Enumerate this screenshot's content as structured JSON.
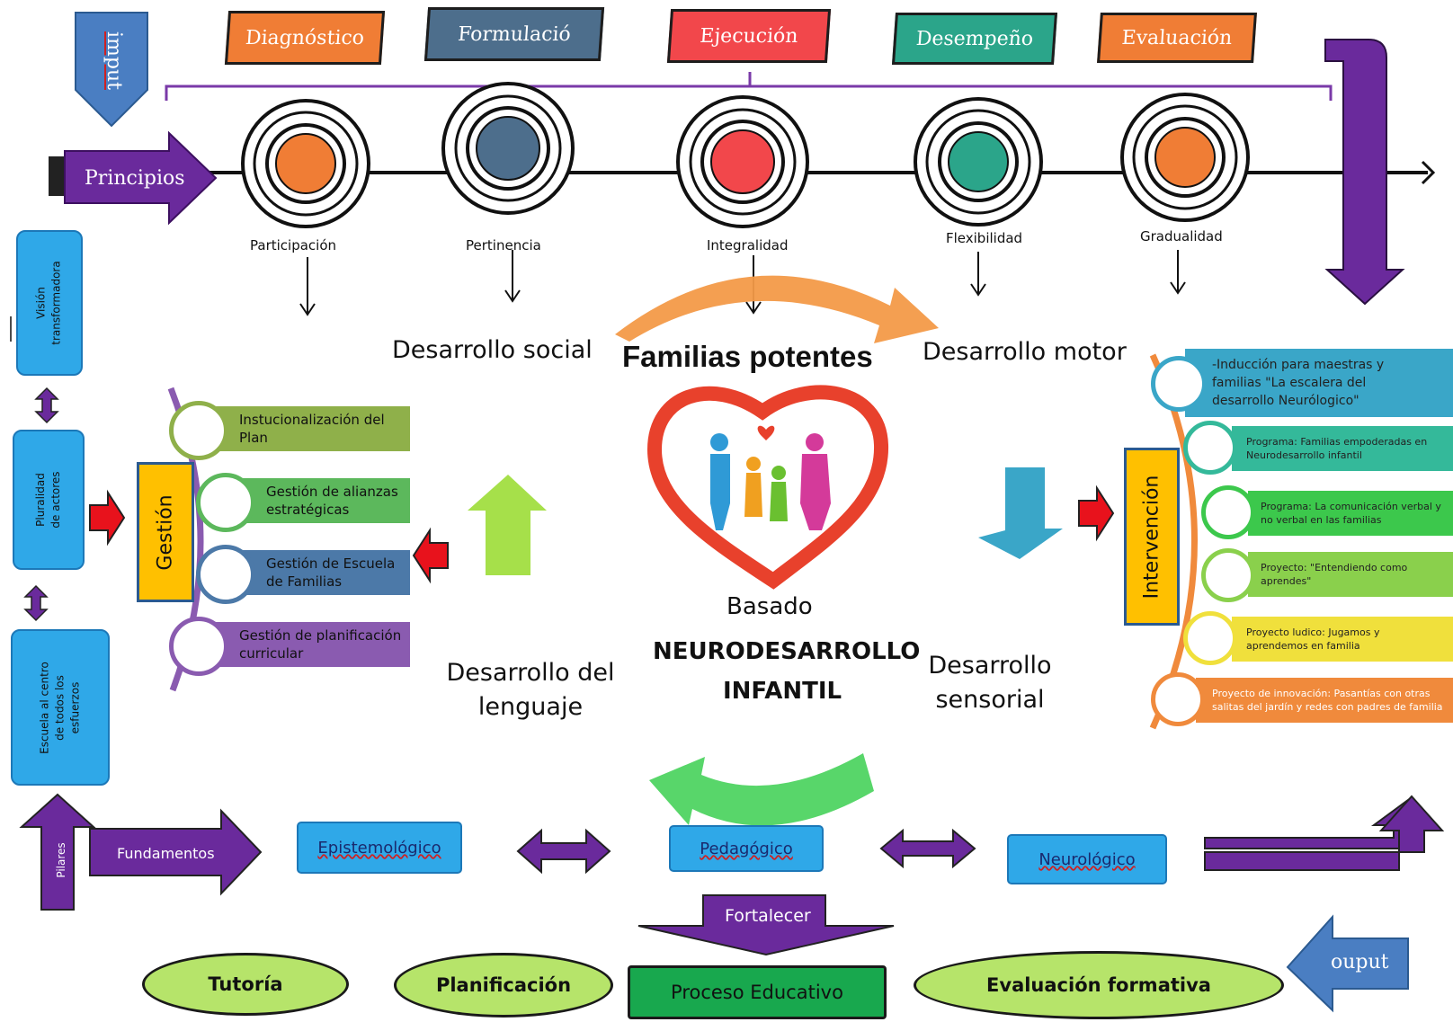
{
  "input_label": "imput",
  "output_label": "ouput",
  "principios_label": "Principios",
  "phases": [
    {
      "label": "Diagnóstico",
      "color": "#f07d35"
    },
    {
      "label": "Formulació",
      "color": "#4d6e8c"
    },
    {
      "label": "Ejecución",
      "color": "#f2474b"
    },
    {
      "label": "Desempeño",
      "color": "#2ba58a"
    },
    {
      "label": "Evaluación",
      "color": "#f07d35"
    }
  ],
  "principles": [
    "Participación",
    "Pertinencia",
    "Integralidad",
    "Flexibilidad",
    "Gradualidad"
  ],
  "left_boxes": [
    "Visión transformadora",
    "Pluralidad de actores",
    "Escuela al centro de todos los esfuerzos"
  ],
  "gestion": {
    "title": "Gestión",
    "items": [
      {
        "label": "Instucionalización del Plan",
        "color": "#8fb04a"
      },
      {
        "label": "Gestión de alianzas estratégicas",
        "color": "#5cb85c"
      },
      {
        "label": "Gestión de Escuela de Familias",
        "color": "#4c79a8"
      },
      {
        "label": "Gestión de planificación curricular",
        "color": "#8a5bb0"
      }
    ]
  },
  "center": {
    "title": "Familias potentes",
    "desarrollo_social": "Desarrollo social",
    "desarrollo_motor": "Desarrollo motor",
    "desarrollo_lenguaje": "Desarrollo del lenguaje",
    "desarrollo_sensorial": "Desarrollo sensorial",
    "basado": "Basado",
    "neuro_line1": "NEURODESARROLLO",
    "neuro_line2": "INFANTIL"
  },
  "intervencion": {
    "title": "Intervención",
    "items": [
      {
        "label": "-Inducción  para maestras y familias  \"La escalera del desarrollo Neurólogico\"",
        "color": "#3aa6c8"
      },
      {
        "label": "Programa: Familias  empoderadas en Neurodesarrollo infantil",
        "color": "#34b99a"
      },
      {
        "label": "Programa: La comunicación verbal  y no verbal en las  familias",
        "color": "#3cc84c"
      },
      {
        "label": "Proyecto: \"Entendiendo como aprendes\"",
        "color": "#8ad04c"
      },
      {
        "label": "Proyecto ludico:  Jugamos y aprendemos en  familia",
        "color": "#f0e03c"
      },
      {
        "label": "Proyecto de innovación: Pasantías con otras salitas del jardín y redes  con padres de familia",
        "color": "#f08a3c"
      }
    ]
  },
  "fundamentos": {
    "pilares": "Pilares",
    "label": "Fundamentos",
    "items": [
      "Epistemológico",
      "Pedagógico",
      "Neurológico"
    ]
  },
  "bottom": {
    "fortalecer": "Fortalecer",
    "items": [
      "Tutoría",
      "Planificación",
      "Proceso Educativo",
      "Evaluación formativa"
    ]
  },
  "colors": {
    "purple": "#6a2a9c",
    "blue": "#2fa8e8",
    "yellow": "#ffc000",
    "red": "#e8121c"
  }
}
